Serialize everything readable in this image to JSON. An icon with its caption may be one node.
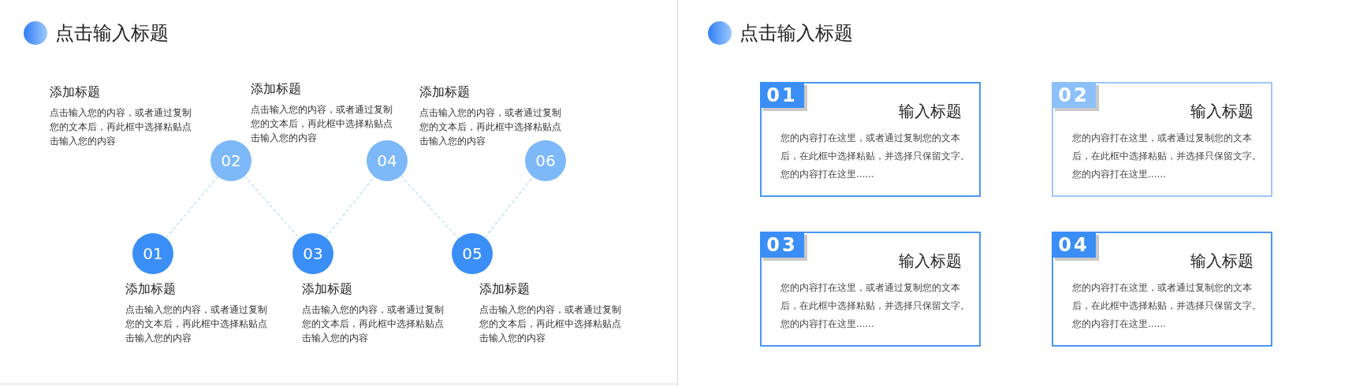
{
  "diagram": {
    "nodes": [
      {
        "text": [
          "01"
        ]
      },
      {
        "text": [
          "02"
        ]
      },
      {
        "text": [
          "03"
        ]
      },
      {
        "text": [
          "04"
        ]
      },
      {
        "text": [
          "05"
        ]
      },
      {
        "text": [
          "06"
        ]
      },
      {
        "text": [
          "输入标题",
          "您的内容打在这里，或者通过复制您的文本后，在此框中选择粘贴，并选择只保留文字。您的内容打在这里......"
        ]
      },
      {
        "text": [
          "01"
        ],
        "in": 6
      },
      {
        "text": [
          "输入标题",
          "您的内容打在这里，或者通过复制您的文本后，在此框中选择粘贴，并选择只保留文字。您的内容打在这里......"
        ]
      },
      {
        "text": [
          "02"
        ],
        "in": 8
      },
      {
        "text": [
          "输入标题",
          "您的内容打在这里，或者通过复制您的文本后，在此框中选择粘贴，并选择只保留文字。您的内容打在这里......"
        ]
      },
      {
        "text": [
          "03"
        ],
        "in": 10
      },
      {
        "text": [
          "输入标题",
          "您的内容打在这里，或者通过复制您的文本后，在此框中选择粘贴，并选择只保留文字。您的内容打在这里......"
        ]
      },
      {
        "text": [
          "04"
        ],
        "in": 12
      }
    ],
    "edges": [
      {
        "from": 0,
        "to": 1,
        "arrow": "none",
        "style": "dashed"
      },
      {
        "from": 1,
        "to": 2,
        "arrow": "none",
        "style": "dashed"
      },
      {
        "from": 2,
        "to": 3,
        "arrow": "none",
        "style": "dashed"
      },
      {
        "from": 3,
        "to": 4,
        "arrow": "none",
        "style": "dashed"
      },
      {
        "from": 4,
        "to": 5,
        "arrow": "none",
        "style": "dashed"
      }
    ],
    "labels": [
      "点击输入标题",
      "点击输入标题",
      "添加标题",
      "点击输入您的内容，或者通过复制您的文本后，再此框中选择粘贴点击输入您的内容",
      "添加标题",
      "点击输入您的内容，或者通过复制您的文本后，再此框中选择粘贴点击输入您的内容",
      "添加标题",
      "点击输入您的内容，或者通过复制您的文本后，再此框中选择粘贴点击输入您的内容",
      "添加标题",
      "点击输入您的内容，或者通过复制您的文本后，再此框中选择粘贴点击输入您的内容",
      "添加标题",
      "点击输入您的内容，或者通过复制您的文本后，再此框中选择粘贴点击输入您的内容",
      "添加标题",
      "点击输入您的内容，或者通过复制您的文本后，再此框中选择粘贴点击输入您的内容"
    ]
  }
}
